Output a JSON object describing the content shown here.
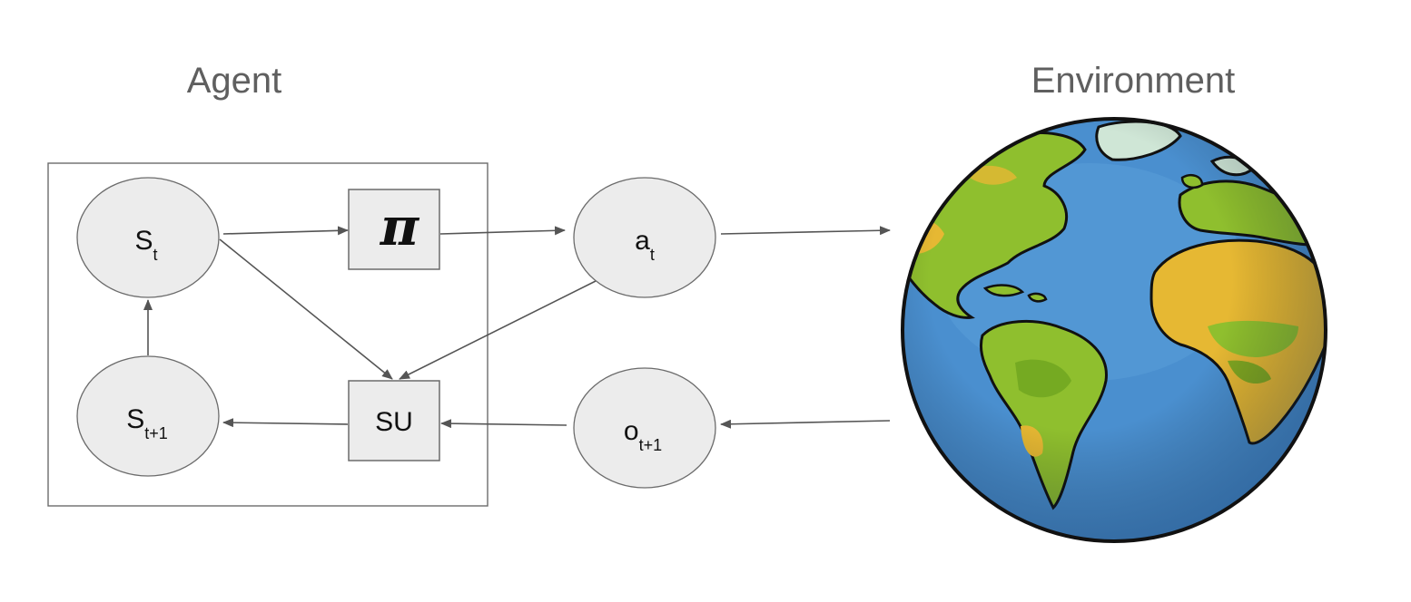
{
  "titles": {
    "agent": "Agent",
    "environment": "Environment"
  },
  "nodes": {
    "s_t": {
      "main": "S",
      "sub": "t"
    },
    "s_t1": {
      "main": "S",
      "sub": "t+1"
    },
    "a_t": {
      "main": "a",
      "sub": "t"
    },
    "o_t1": {
      "main": "o",
      "sub": "t+1"
    },
    "policy": {
      "label": "π"
    },
    "state_update": {
      "label": "SU"
    }
  },
  "icons": {
    "environment": "globe-icon"
  },
  "colors": {
    "node_fill": "#ececec",
    "node_stroke": "#6b6b6b",
    "edge": "#555555",
    "title_text": "#5f5f5f",
    "ocean": "#4a8fcf",
    "land_green": "#8fbf2e",
    "land_yellow": "#e6b833",
    "ice": "#cfe6d6"
  }
}
